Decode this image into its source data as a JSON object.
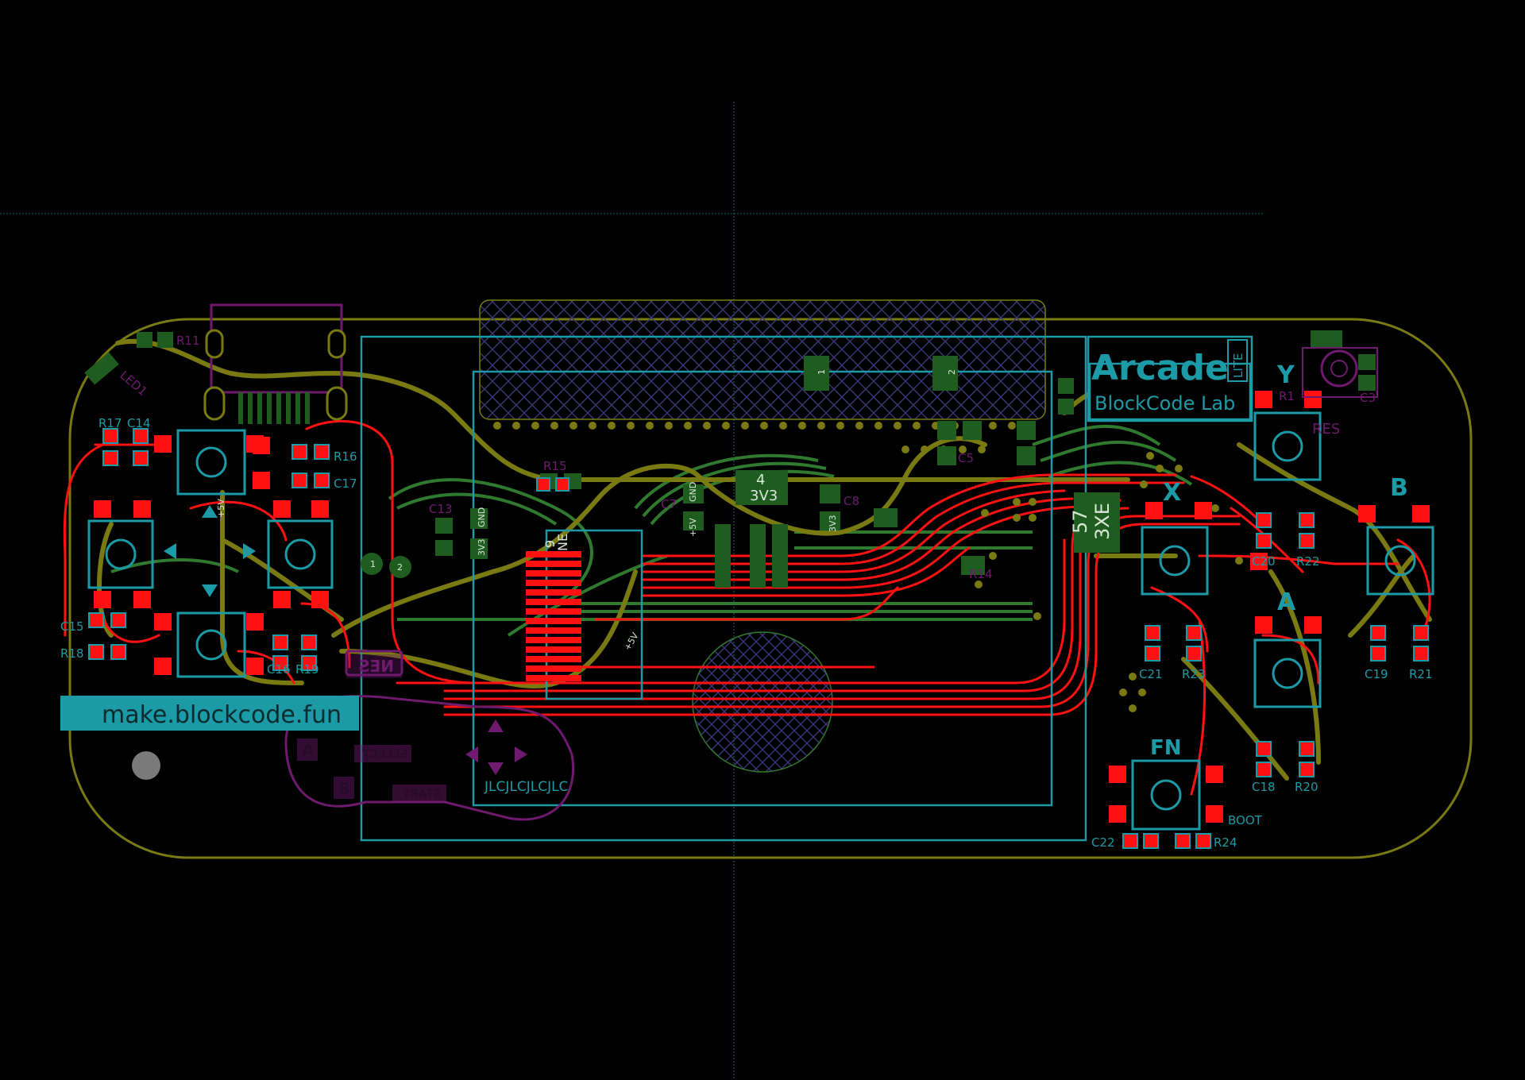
{
  "board": {
    "logo_title": "Arcade",
    "logo_badge": "LITE",
    "logo_sub": "BlockCode Lab",
    "url_banner": "make.blockcode.fun",
    "fab_marking": "JLCJLCJLCJLC",
    "ic_marks": [
      "4",
      "3V3",
      "57",
      "3XE",
      "NE",
      "9"
    ],
    "colors": {
      "background": "#000000",
      "edge_cuts": "#7a7a12",
      "copper_top": "#ff1111",
      "copper_inner": "#2f7a2f",
      "silkscreen": "#1c9aa6",
      "courtyard": "#6e1a6e",
      "keepout_hatch": "#3a3a78"
    }
  },
  "buttons": [
    {
      "label": "Y"
    },
    {
      "label": "X"
    },
    {
      "label": "B"
    },
    {
      "label": "A"
    },
    {
      "label": "FN"
    }
  ],
  "components": [
    "R17",
    "C14",
    "R16",
    "C17",
    "C15",
    "R18",
    "C16",
    "R19",
    "C20",
    "R22",
    "C21",
    "R23",
    "C19",
    "R21",
    "C18",
    "R20",
    "C22",
    "R24",
    "BOOT",
    "R11",
    "LED1",
    "R15",
    "C13",
    "C7",
    "C8",
    "C5",
    "R14",
    "R1",
    "C3",
    "RES"
  ],
  "back_silk": {
    "nes_label": "NES",
    "select_label": "SELECT",
    "start_label": "START",
    "a_label": "A",
    "b_label": "B"
  },
  "small_marks": [
    "+5V",
    "+5V",
    "GND",
    "GND",
    "3V3",
    "3V3",
    "+5V",
    "1",
    "2",
    "1",
    "2"
  ]
}
